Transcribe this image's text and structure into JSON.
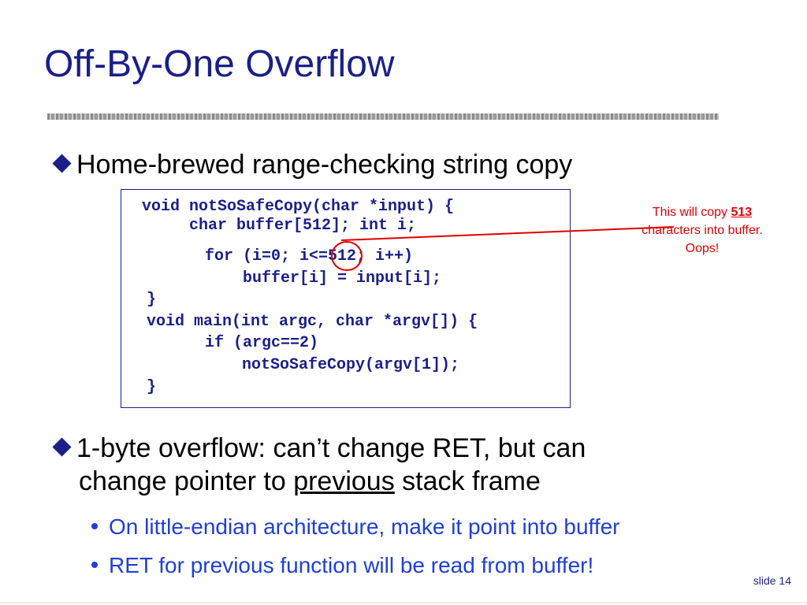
{
  "slide": {
    "title": "Off-By-One Overflow",
    "bullets": [
      {
        "text": "Home-brewed range-checking string copy"
      },
      {
        "line1": "1-byte overflow: can’t change RET, but can",
        "line2_pre": "change pointer to ",
        "line2_underlined": "previous",
        "line2_post": " stack frame"
      }
    ],
    "code": [
      "void notSoSafeCopy(char *input) {",
      "     char buffer[512]; int i;",
      "     for (i=0; i<=512; i++)",
      "         buffer[i] = input[i];",
      "}",
      "void main(int argc, char *argv[]) {",
      "     if (argc==2)",
      "        notSoSafeCopy(argv[1]);",
      "}"
    ],
    "callout": {
      "pre": "This will copy ",
      "number": "513",
      "post": "characters into buffer. Oops!"
    },
    "sub_bullets": [
      "On little-endian architecture, make it point into buffer",
      "RET for previous function will be read from buffer!"
    ],
    "slide_number": "slide 14"
  },
  "colors": {
    "title": "#1a1f8a",
    "code": "#1a1f8a",
    "callout": "#e00000",
    "sub_bullets": "#1f3fd6"
  }
}
